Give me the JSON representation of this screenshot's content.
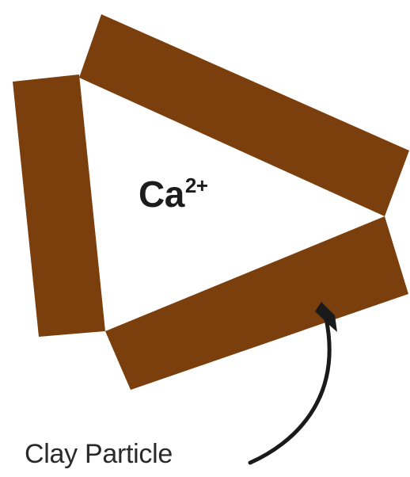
{
  "ion": {
    "symbol": "Ca",
    "charge": "2+"
  },
  "caption": "Clay Particle",
  "colors": {
    "clay": "#7b3f0e",
    "arrow": "#1a1a1a",
    "text": "#1c1c1c"
  }
}
